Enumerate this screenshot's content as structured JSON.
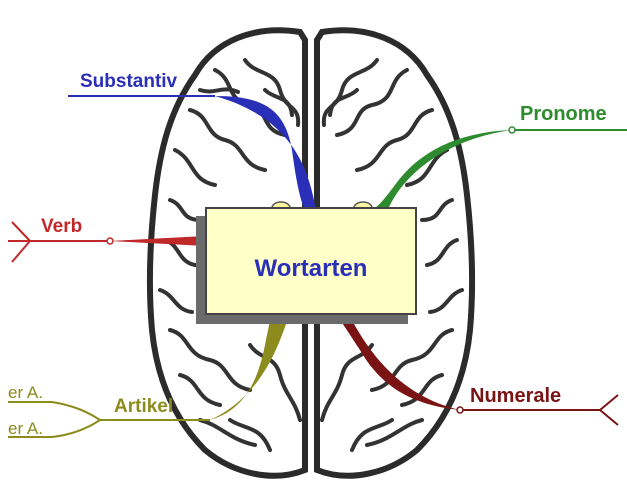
{
  "center": {
    "label": "Wortarten"
  },
  "branches": [
    {
      "label": "Substantiv",
      "color": "#2a2fb8"
    },
    {
      "label": "Pronome",
      "color": "#2e8b2e"
    },
    {
      "label": "Verb",
      "color": "#c0282a"
    },
    {
      "label": "Artikel",
      "color": "#8c8c1e"
    },
    {
      "label": "Numerale",
      "color": "#7a1414"
    }
  ],
  "sub_labels": [
    "er A.",
    "er A."
  ],
  "colors": {
    "background": "#ffffff",
    "box_fill": "#ffffc8",
    "brain_fill": "#ffffff",
    "brain_stroke": "#333333"
  }
}
